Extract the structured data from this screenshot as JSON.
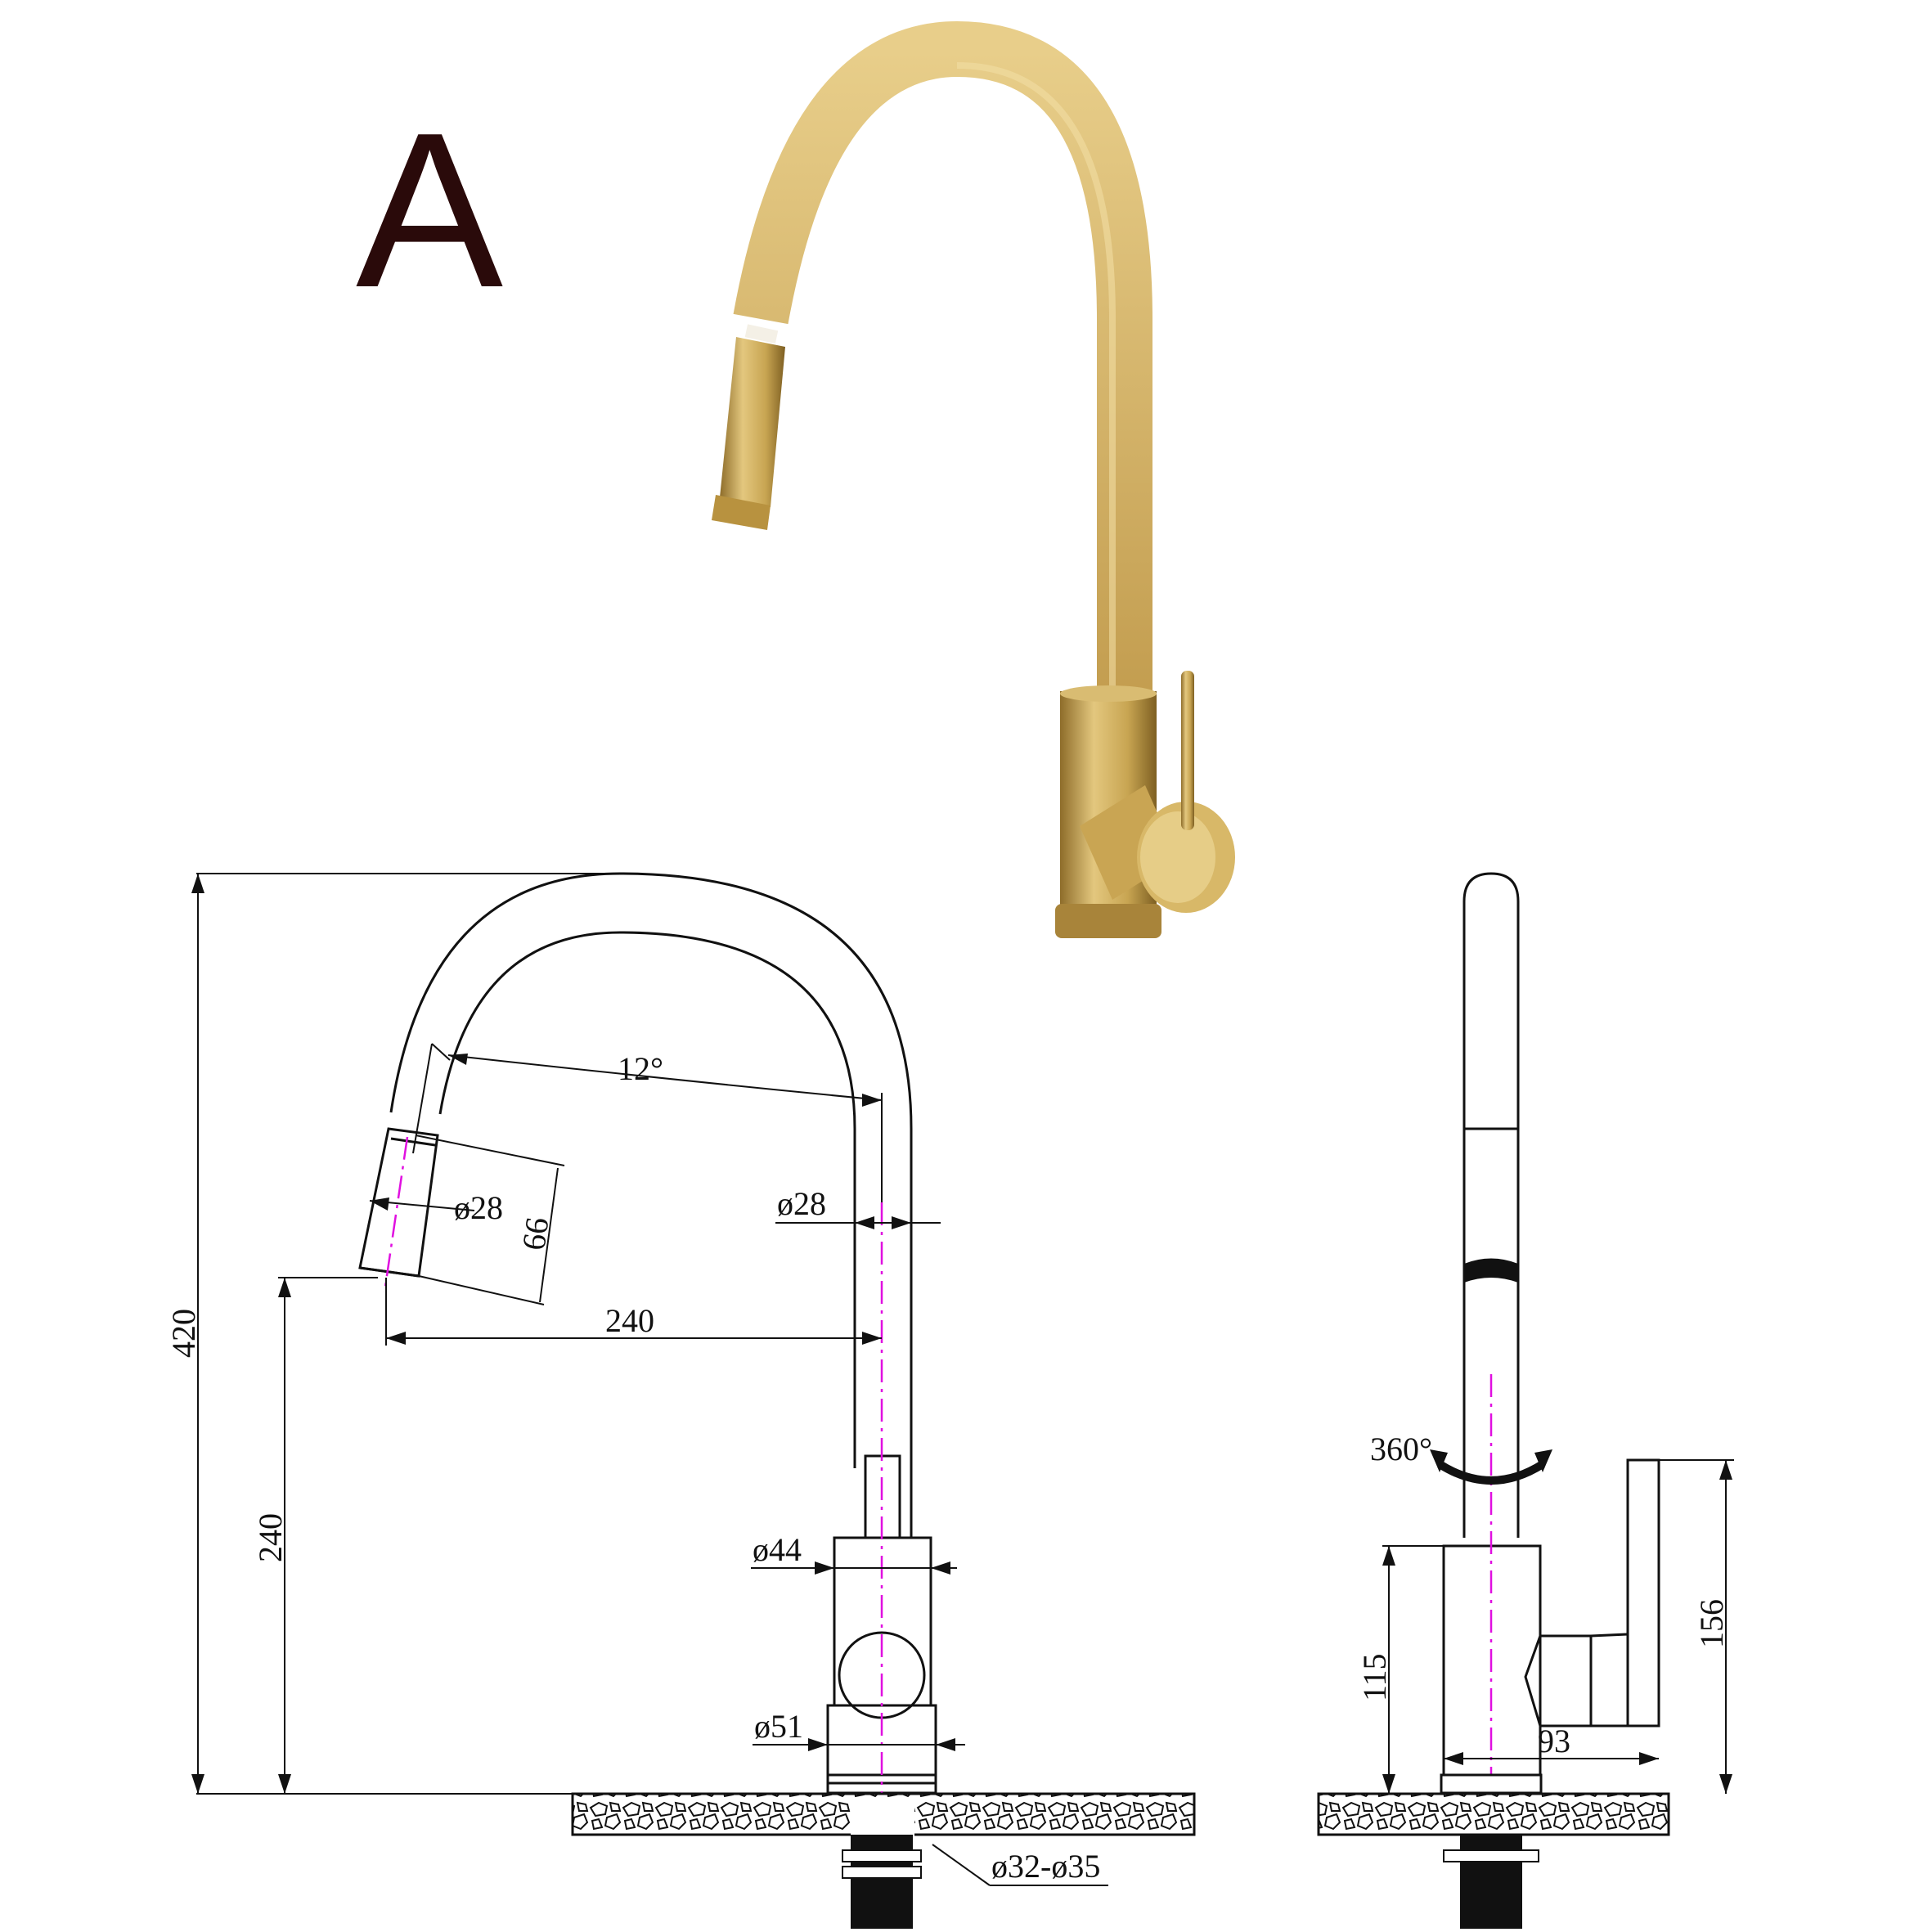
{
  "label": "A",
  "colors": {
    "brass": "#C8A552",
    "line": "#111111",
    "centerline": "#E010E0",
    "letter": "#2A0A0A"
  },
  "front_view": {
    "total_height": "420",
    "spout_height": "240",
    "spout_reach": "240",
    "angle": "12°",
    "pullout_diameter": "ø28",
    "spout_diameter": "ø28",
    "pullout_length": "66",
    "body_diameter": "ø44",
    "base_diameter": "ø51",
    "hole_diameter": "ø32-ø35"
  },
  "side_view": {
    "rotation": "360°",
    "body_height": "115",
    "handle_height": "156",
    "handle_reach": "93"
  }
}
